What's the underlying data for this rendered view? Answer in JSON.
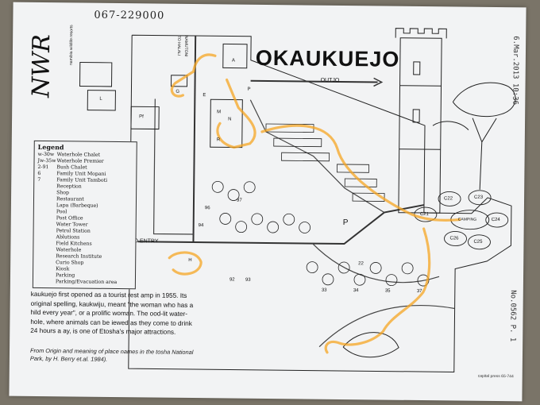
{
  "map": {
    "title": "OKAUKUEJO",
    "handwritten_header": "067-229000",
    "logo": {
      "mark": "NWR",
      "tagline": "namibia wildlife resorts"
    },
    "stamp_date": "6.Mar.2013 10:36",
    "stamp_number": "No.0562 P. 1",
    "footer": "capital press 65-744",
    "road_labels": {
      "outjo": "OUTJO",
      "no_entry": "NO ENTRY",
      "road_1": "TO HALALI",
      "road_2": "NAMUTONI"
    },
    "map_labels": [
      "E",
      "M",
      "G",
      "P",
      "H",
      "R",
      "A",
      "Pf",
      "N",
      "L",
      "C21",
      "C22",
      "C23",
      "C24",
      "C25",
      "C26",
      "CAMPING",
      "P",
      "92",
      "93",
      "96",
      "97",
      "94",
      "33",
      "34",
      "35",
      "37",
      "22"
    ],
    "legend": {
      "title": "Legend",
      "items": [
        {
          "code": "w-30w",
          "label": "Waterhole Chalet"
        },
        {
          "code": "Jw-35w",
          "label": "Waterhole Premier"
        },
        {
          "code": "2-91",
          "label": "Bush Chalet"
        },
        {
          "code": "6",
          "label": "Family Unit Mopani"
        },
        {
          "code": "7",
          "label": "Family Unit Tamboti"
        },
        {
          "code": "",
          "label": "Reception"
        },
        {
          "code": "",
          "label": "Shop"
        },
        {
          "code": "",
          "label": "Restaurant"
        },
        {
          "code": "",
          "label": "Lapa (Barbeque)"
        },
        {
          "code": "",
          "label": "Pool"
        },
        {
          "code": "",
          "label": "Post Office"
        },
        {
          "code": "",
          "label": "Water Tower"
        },
        {
          "code": "",
          "label": "Petrol Station"
        },
        {
          "code": "",
          "label": "Ablutions"
        },
        {
          "code": "",
          "label": "Field Kitchens"
        },
        {
          "code": "",
          "label": "Waterhole"
        },
        {
          "code": "",
          "label": "Research Institute"
        },
        {
          "code": "",
          "label": "Curio Shop"
        },
        {
          "code": "",
          "label": "Kiosk"
        },
        {
          "code": "",
          "label": "Parking"
        },
        {
          "code": "",
          "label": "Parking/Evacuation area"
        }
      ]
    },
    "description": "kaukuejo first opened as a tourist rest amp in 1955. Its original spelling, kaukwiju, meant \"the woman who has a hild every year\", or a prolific woman. The ood-lit water-hole, where animals can be iewed as they come to drink 24 hours a ay, is one of Etosha's major attractions.",
    "source": "From Origin and meaning of place names in the tosha National Park, by H. Berry et.al. 1984)."
  },
  "colors": {
    "paper": "#f2f3f4",
    "ink": "#111111",
    "highlighter": "#f5a623"
  }
}
